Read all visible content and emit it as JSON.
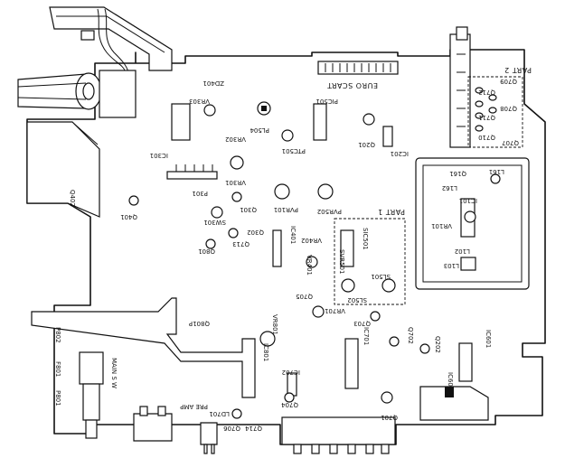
{
  "board": {
    "regions": {
      "part1": "PART 1",
      "part2": "PART 2",
      "euro_scart": "EURO SCART"
    },
    "labels": {
      "zd401": "ZD401",
      "vr303": "VR303",
      "ic301": "IC301",
      "pl504": "PL504",
      "pic501": "PIC501",
      "ptc501": "PTC501",
      "q201": "Q201",
      "ic201": "IC201",
      "vr302": "VR302",
      "vr301": "VR301",
      "p301": "P301",
      "q402": "Q402",
      "q401": "Q401",
      "sw301": "SW301",
      "q301": "Q301",
      "q302": "Q302",
      "q713": "Q713",
      "q801": "Q801",
      "pvr101": "PVR101",
      "pvr502": "PVR502",
      "ic401": "IC401",
      "vr402": "VR402",
      "vr401": "VR401",
      "sic501": "SIC501",
      "svr501": "SVR501",
      "sl501": "SL501",
      "sl502": "SL502",
      "q705": "Q705",
      "vr701": "VR701",
      "q703": "Q703",
      "q702": "Q702",
      "ic701": "IC701",
      "q202": "Q202",
      "ic601": "IC601",
      "ic602": "IC602",
      "vr801": "VR801",
      "ic801": "IC801",
      "q801p": "Q801P",
      "p802": "P802",
      "f801": "F801",
      "p801": "P801",
      "main_sw": "MAIN S W",
      "pre_amp": "PRE AMP",
      "ld701": "LD701",
      "q706": "Q706",
      "q714": "Q714",
      "q704": "Q704",
      "ic702": "IC702",
      "q701": "Q701",
      "l162": "L162",
      "q161": "Q161",
      "l161": "L161",
      "ic101": "IC101",
      "vr101": "VR101",
      "l102": "L102",
      "l103": "L103",
      "q709": "Q709",
      "q712": "Q712",
      "q708": "Q708",
      "q711": "Q711",
      "q710": "Q710",
      "q707": "Q707"
    }
  }
}
